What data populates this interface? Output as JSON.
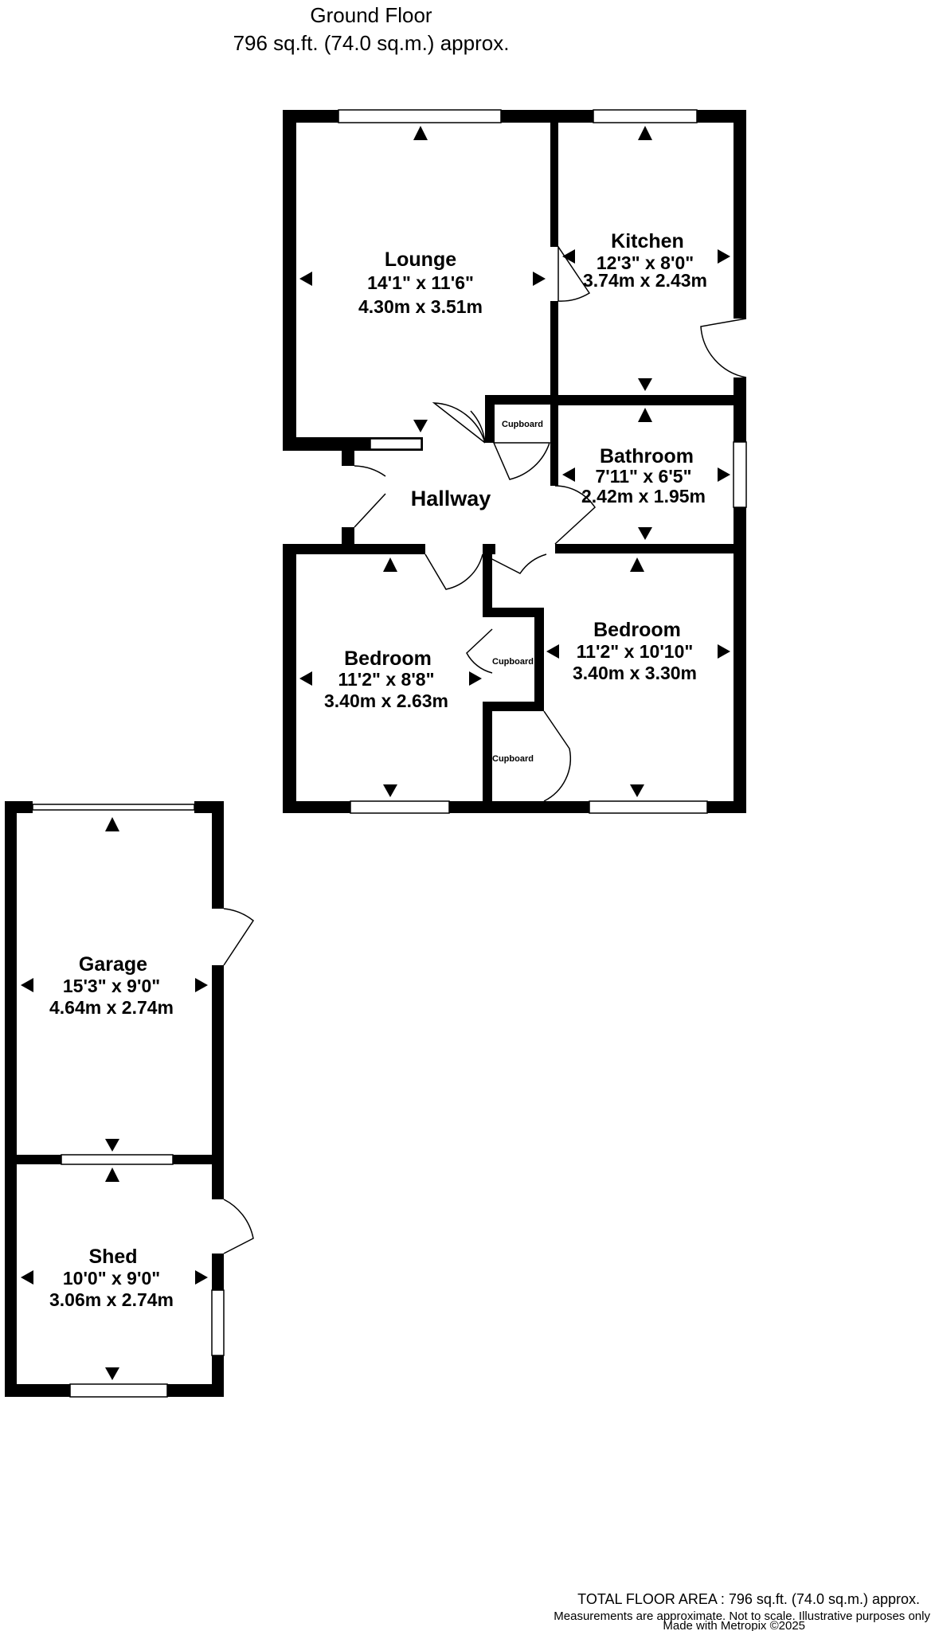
{
  "title": {
    "floor": "Ground Floor",
    "area": "796 sq.ft. (74.0 sq.m.) approx."
  },
  "rooms": {
    "lounge": {
      "name": "Lounge",
      "imperial": "14'1\"  x 11'6\"",
      "metric": "4.30m  x 3.51m"
    },
    "kitchen": {
      "name": "Kitchen",
      "imperial": "12'3\"  x 8'0\"",
      "metric": "3.74m  x 2.43m"
    },
    "bathroom": {
      "name": "Bathroom",
      "imperial": "7'11\"  x 6'5\"",
      "metric": "2.42m  x 1.95m"
    },
    "hallway": {
      "name": "Hallway"
    },
    "bedroom1": {
      "name": "Bedroom",
      "imperial": "11'2\"  x 8'8\"",
      "metric": "3.40m  x 2.63m"
    },
    "bedroom2": {
      "name": "Bedroom",
      "imperial": "11'2\"  x 10'10\"",
      "metric": "3.40m  x 3.30m"
    },
    "garage": {
      "name": "Garage",
      "imperial": "15'3\"  x 9'0\"",
      "metric": "4.64m  x 2.74m"
    },
    "shed": {
      "name": "Shed",
      "imperial": "10'0\"  x 9'0\"",
      "metric": "3.06m  x 2.74m"
    }
  },
  "cupboards": [
    "Cupboard",
    "Cupboard",
    "Cupboard"
  ],
  "footer": {
    "total": "TOTAL FLOOR AREA : 796 sq.ft. (74.0 sq.m.) approx.",
    "disclaimer": "Measurements are approximate.  Not to scale.  Illustrative purposes only",
    "credit": "Made with Metropix ©2025"
  }
}
